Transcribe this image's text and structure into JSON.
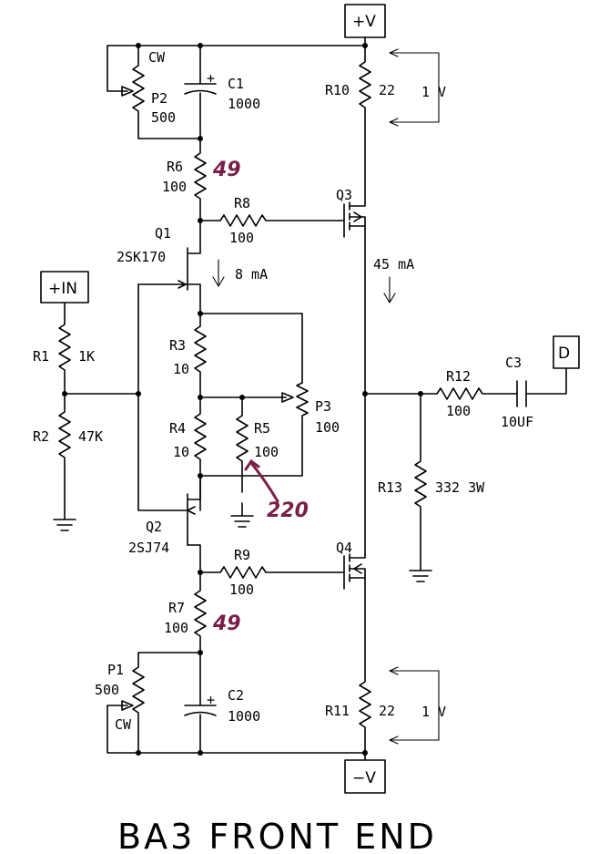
{
  "title": "BA3 FRONT END",
  "terminals": {
    "vplus": "+V",
    "vminus": "−V",
    "input": "+IN",
    "output": "D"
  },
  "labels": {
    "cw_top": "CW",
    "cw_bottom": "CW",
    "c1_plus": "+",
    "c2_plus": "+",
    "v_top": "1 V",
    "v_bottom": "1 V",
    "i_q1": "8 mA",
    "i_q3": "45 mA"
  },
  "components": {
    "c1": {
      "ref": "C1",
      "value": "1000"
    },
    "c2": {
      "ref": "C2",
      "value": "1000"
    },
    "c3": {
      "ref": "C3",
      "value": "10UF"
    },
    "p1": {
      "ref": "P1",
      "value": "500"
    },
    "p2": {
      "ref": "P2",
      "value": "500"
    },
    "p3": {
      "ref": "P3",
      "value": "100"
    },
    "r1": {
      "ref": "R1",
      "value": "1K"
    },
    "r2": {
      "ref": "R2",
      "value": "47K"
    },
    "r3": {
      "ref": "R3",
      "value": "10"
    },
    "r4": {
      "ref": "R4",
      "value": "10"
    },
    "r5": {
      "ref": "R5",
      "value": "100"
    },
    "r6": {
      "ref": "R6",
      "value": "100"
    },
    "r7": {
      "ref": "R7",
      "value": "100"
    },
    "r8": {
      "ref": "R8",
      "value": "100"
    },
    "r9": {
      "ref": "R9",
      "value": "100"
    },
    "r10": {
      "ref": "R10",
      "value": "22"
    },
    "r11": {
      "ref": "R11",
      "value": "22"
    },
    "r12": {
      "ref": "R12",
      "value": "100"
    },
    "r13": {
      "ref": "R13",
      "value": "332 3W"
    },
    "q1": {
      "ref": "Q1",
      "value": "2SK170"
    },
    "q2": {
      "ref": "Q2",
      "value": "2SJ74"
    },
    "q3": {
      "ref": "Q3"
    },
    "q4": {
      "ref": "Q4"
    }
  },
  "annotations": {
    "r6_hand": "49",
    "r7_hand": "49",
    "r5_hand": "220"
  },
  "colors": {
    "ink": "#000000",
    "annotation": "#7a1f4a"
  }
}
